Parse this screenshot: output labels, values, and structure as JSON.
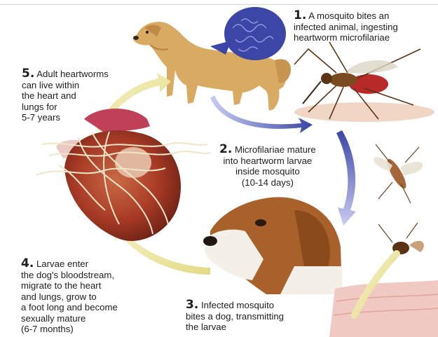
{
  "steps": [
    {
      "number": "1.",
      "lines": [
        "A mosquito bites an",
        "infected animal, ingesting",
        "heartworm microfilariae"
      ]
    },
    {
      "number": "2.",
      "lines": [
        "Microfilariae mature",
        "into heartworm larvae",
        "inside mosquito",
        "(10-14 days)"
      ]
    },
    {
      "number": "3.",
      "lines": [
        "Infected mosquito",
        "bites a dog, transmitting",
        "the larvae"
      ]
    },
    {
      "number": "4.",
      "lines": [
        "Larvae enter",
        "the dog's bloodstream,",
        "migrate to the heart",
        "and lungs, grow to",
        "a foot long and become",
        "sexually mature",
        "(6-7 months)"
      ]
    },
    {
      "number": "5.",
      "lines": [
        "Adult heartworms",
        "can live within",
        "the heart and",
        "lungs for",
        "5-7 years"
      ]
    }
  ],
  "colors": {
    "text": "#1e1e1e",
    "arrow_blue": "#3b46a6",
    "arrow_yellow": "#ece7a6",
    "heart_red": "#a83a25",
    "worm_cream": "#efe6c8",
    "golden_dog": "#d9ab62",
    "beagle_brown": "#a8612a",
    "skin_pink": "#f0c9c3"
  }
}
